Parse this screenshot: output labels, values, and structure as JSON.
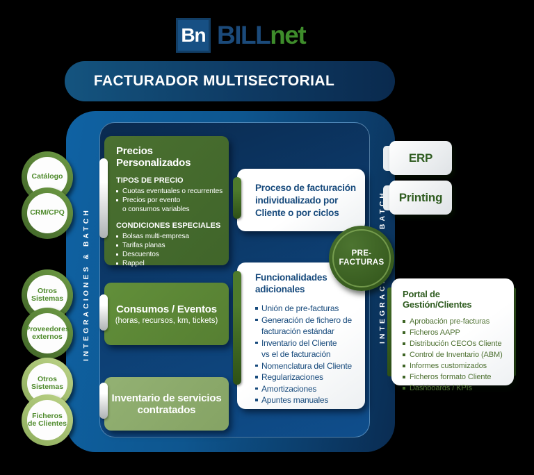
{
  "logo": {
    "badge": "Bn",
    "brand_bill": "BILL",
    "brand_net": "net"
  },
  "header": {
    "title": "FACTURADOR MULTISECTORIAL"
  },
  "strips": {
    "left": "INTEGRACIONES & BATCH",
    "right": "INTEGRACIONES & BATCH"
  },
  "left_circles": [
    {
      "label": "Catálogo",
      "tone": "dark"
    },
    {
      "label": "CRM/CPQ",
      "tone": "dark"
    },
    {
      "label": "Otros Sistemas",
      "tone": "dark"
    },
    {
      "label": "Proveedores externos",
      "tone": "dark"
    },
    {
      "label": "Otros Sistemas",
      "tone": "light"
    },
    {
      "label": "Ficheros de Clientes",
      "tone": "light"
    }
  ],
  "precios": {
    "title": "Precios Personalizados",
    "section1_title": "TIPOS DE PRECIO",
    "section1_items": [
      "Cuotas eventuales o recurrentes",
      "Precios por evento\no consumos variables"
    ],
    "section2_title": "CONDICIONES ESPECIALES",
    "section2_items": [
      "Bolsas multi-empresa",
      "Tarifas planas",
      "Descuentos",
      "Rappel"
    ]
  },
  "consumos": {
    "title": "Consumos / Eventos",
    "subtitle": "(horas, recursos, km, tickets)"
  },
  "inventario": {
    "title": "Inventario de servicios contratados"
  },
  "proceso": {
    "text": "Proceso de facturación individualizado por Cliente o por ciclos"
  },
  "prefacturas": {
    "line1": "PRE-",
    "line2": "FACTURAS"
  },
  "funcionalidades": {
    "title": "Funcionalidades adicionales",
    "items": [
      "Unión de pre-facturas",
      "Generación de fichero de\nfacturación estándar",
      "Inventario del Cliente\nvs el de facturación",
      "Nomenclatura del Cliente",
      "Regularizaciones",
      "Amortizaciones",
      "Apuntes manuales"
    ]
  },
  "right_boxes": [
    {
      "label": "ERP"
    },
    {
      "label": "Printing"
    }
  ],
  "portal": {
    "title": "Portal de Gestión/Clientes",
    "items": [
      "Aprobación pre-facturas",
      "Ficheros AAPP",
      "Distribución CECOs Cliente",
      "Control de Inventario (ABM)",
      "Informes customizados",
      "Ficheros formato Cliente",
      "Dashboards / KPIs"
    ]
  },
  "colors": {
    "background": "#000000",
    "brand_blue": "#1b4a7a",
    "brand_green": "#3e8c2b",
    "container_blue": "#0f62a3",
    "panel_navy": "#0a2a4f",
    "dark_green_box": "#45692a",
    "medium_green_box": "#5e8c37",
    "light_green_box": "#8ead6e",
    "white_box_text": "#174a7c",
    "portal_green": "#2f5c20"
  }
}
